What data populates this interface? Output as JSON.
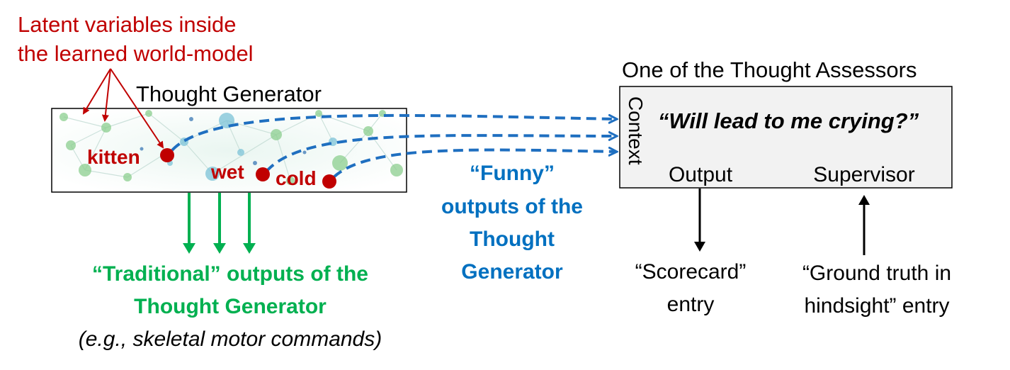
{
  "latent_label": {
    "line1": "Latent variables inside",
    "line2": "the learned world-model",
    "color": "#c00000"
  },
  "generator": {
    "title": "Thought Generator",
    "nodes": [
      {
        "name": "kitten",
        "label": "kitten"
      },
      {
        "name": "wet",
        "label": "wet"
      },
      {
        "name": "cold",
        "label": "cold"
      }
    ],
    "node_color": "#c00000"
  },
  "traditional": {
    "line1": "“Traditional” outputs of the",
    "line2": "Thought Generator",
    "line3": "(e.g., skeletal motor commands)",
    "color": "#00b050"
  },
  "funny": {
    "line1": "“Funny”",
    "line2": "outputs of the",
    "line3": "Thought",
    "line4": "Generator",
    "color": "#0070c0"
  },
  "assessor": {
    "title": "One of the Thought Assessors",
    "context_label": "Context",
    "question": "“Will lead to me crying?”",
    "output_label": "Output",
    "supervisor_label": "Supervisor"
  },
  "scorecard": {
    "line1": "“Scorecard”",
    "line2": "entry"
  },
  "ground_truth": {
    "line1": "“Ground truth in",
    "line2": "hindsight” entry"
  }
}
